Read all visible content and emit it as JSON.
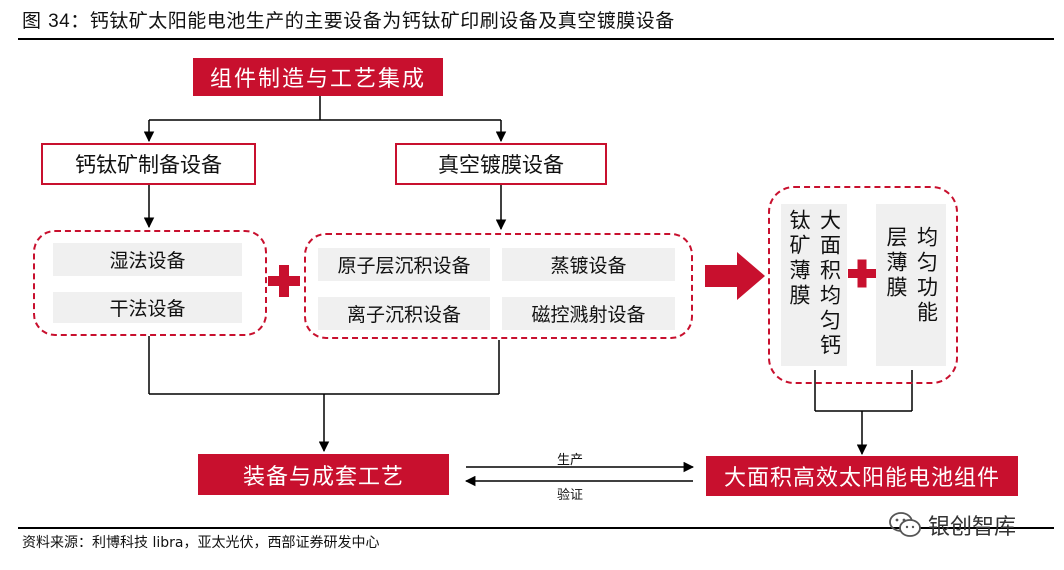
{
  "title": {
    "prefix": "图",
    "number": "34",
    "text": "：钙钛矿太阳能电池生产的主要设备为钙钛矿印刷设备及真空镀膜设备"
  },
  "nodes": {
    "top": "组件制造与工艺集成",
    "perovskite_equipment": "钙钛矿制备设备",
    "vacuum_equipment": "真空镀膜设备",
    "wet": "湿法设备",
    "dry": "干法设备",
    "ald": "原子层沉积设备",
    "evaporation": "蒸镀设备",
    "ion_deposition": "离子沉积设备",
    "sputtering": "磁控溅射设备",
    "large_film": "大面积均匀钙钛矿薄膜",
    "functional_film": "均匀功能层薄膜",
    "equipment_process": "装备与成套工艺",
    "module": "大面积高效太阳能电池组件"
  },
  "arrows": {
    "produce": "生产",
    "verify": "验证"
  },
  "colors": {
    "accent": "#c8102e"
  },
  "footer": {
    "source": "资料来源：利博科技 libra，亚太光伏，西部证券研发中心",
    "logo_text": "银创智库",
    "logo_icon": "wechat-icon"
  }
}
